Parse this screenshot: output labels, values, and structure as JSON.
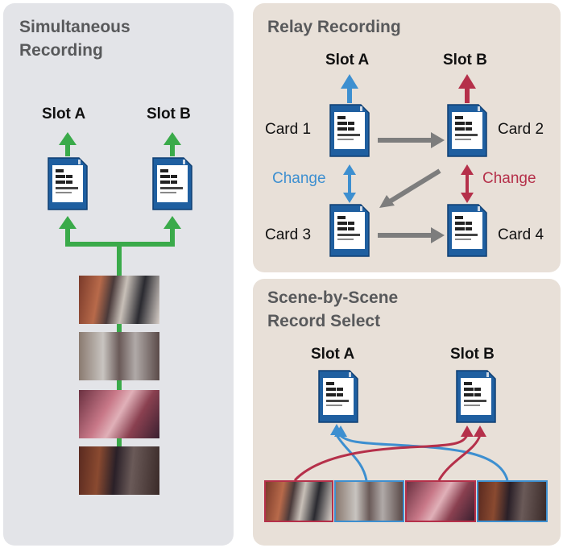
{
  "simultaneous": {
    "title_line1": "Simultaneous",
    "title_line2": "Recording",
    "slot_a": "Slot A",
    "slot_b": "Slot B"
  },
  "relay": {
    "title": "Relay Recording",
    "slot_a": "Slot A",
    "slot_b": "Slot B",
    "card1": "Card 1",
    "card2": "Card 2",
    "card3": "Card 3",
    "card4": "Card 4",
    "change_left": "Change",
    "change_right": "Change"
  },
  "scene": {
    "title_line1": "Scene-by-Scene",
    "title_line2": "Record Select",
    "slot_a": "Slot A",
    "slot_b": "Slot B"
  },
  "colors": {
    "green": "#3aaa4a",
    "blue": "#3d8fd0",
    "red": "#b5304a",
    "gray": "#7d7d7d",
    "card": "#1f5fa0"
  },
  "icons": {
    "card": "sd-card-icon",
    "frame": "video-frame-thumbnail"
  }
}
